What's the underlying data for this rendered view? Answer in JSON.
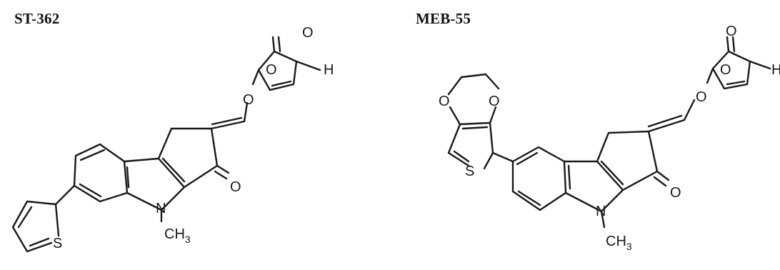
{
  "left": {
    "title": "ST-362",
    "atoms": {
      "o_carbonyl": "O",
      "o_ring": "O",
      "h": "H",
      "o_ether": "O",
      "o_ketone": "O",
      "n": "N",
      "ch": "CH",
      "ch_sub": "3",
      "s": "S"
    }
  },
  "right": {
    "title": "MEB-55",
    "atoms": {
      "o_carbonyl": "O",
      "o_ring": "O",
      "h": "H",
      "o_ether": "O",
      "o_ketone": "O",
      "n": "N",
      "ch": "CH",
      "ch_sub": "3",
      "s": "S",
      "o_dioxane_left": "O",
      "o_dioxane_right": "O"
    }
  },
  "colors": {
    "ink": "#1a1a1a",
    "background": "#ffffff"
  }
}
